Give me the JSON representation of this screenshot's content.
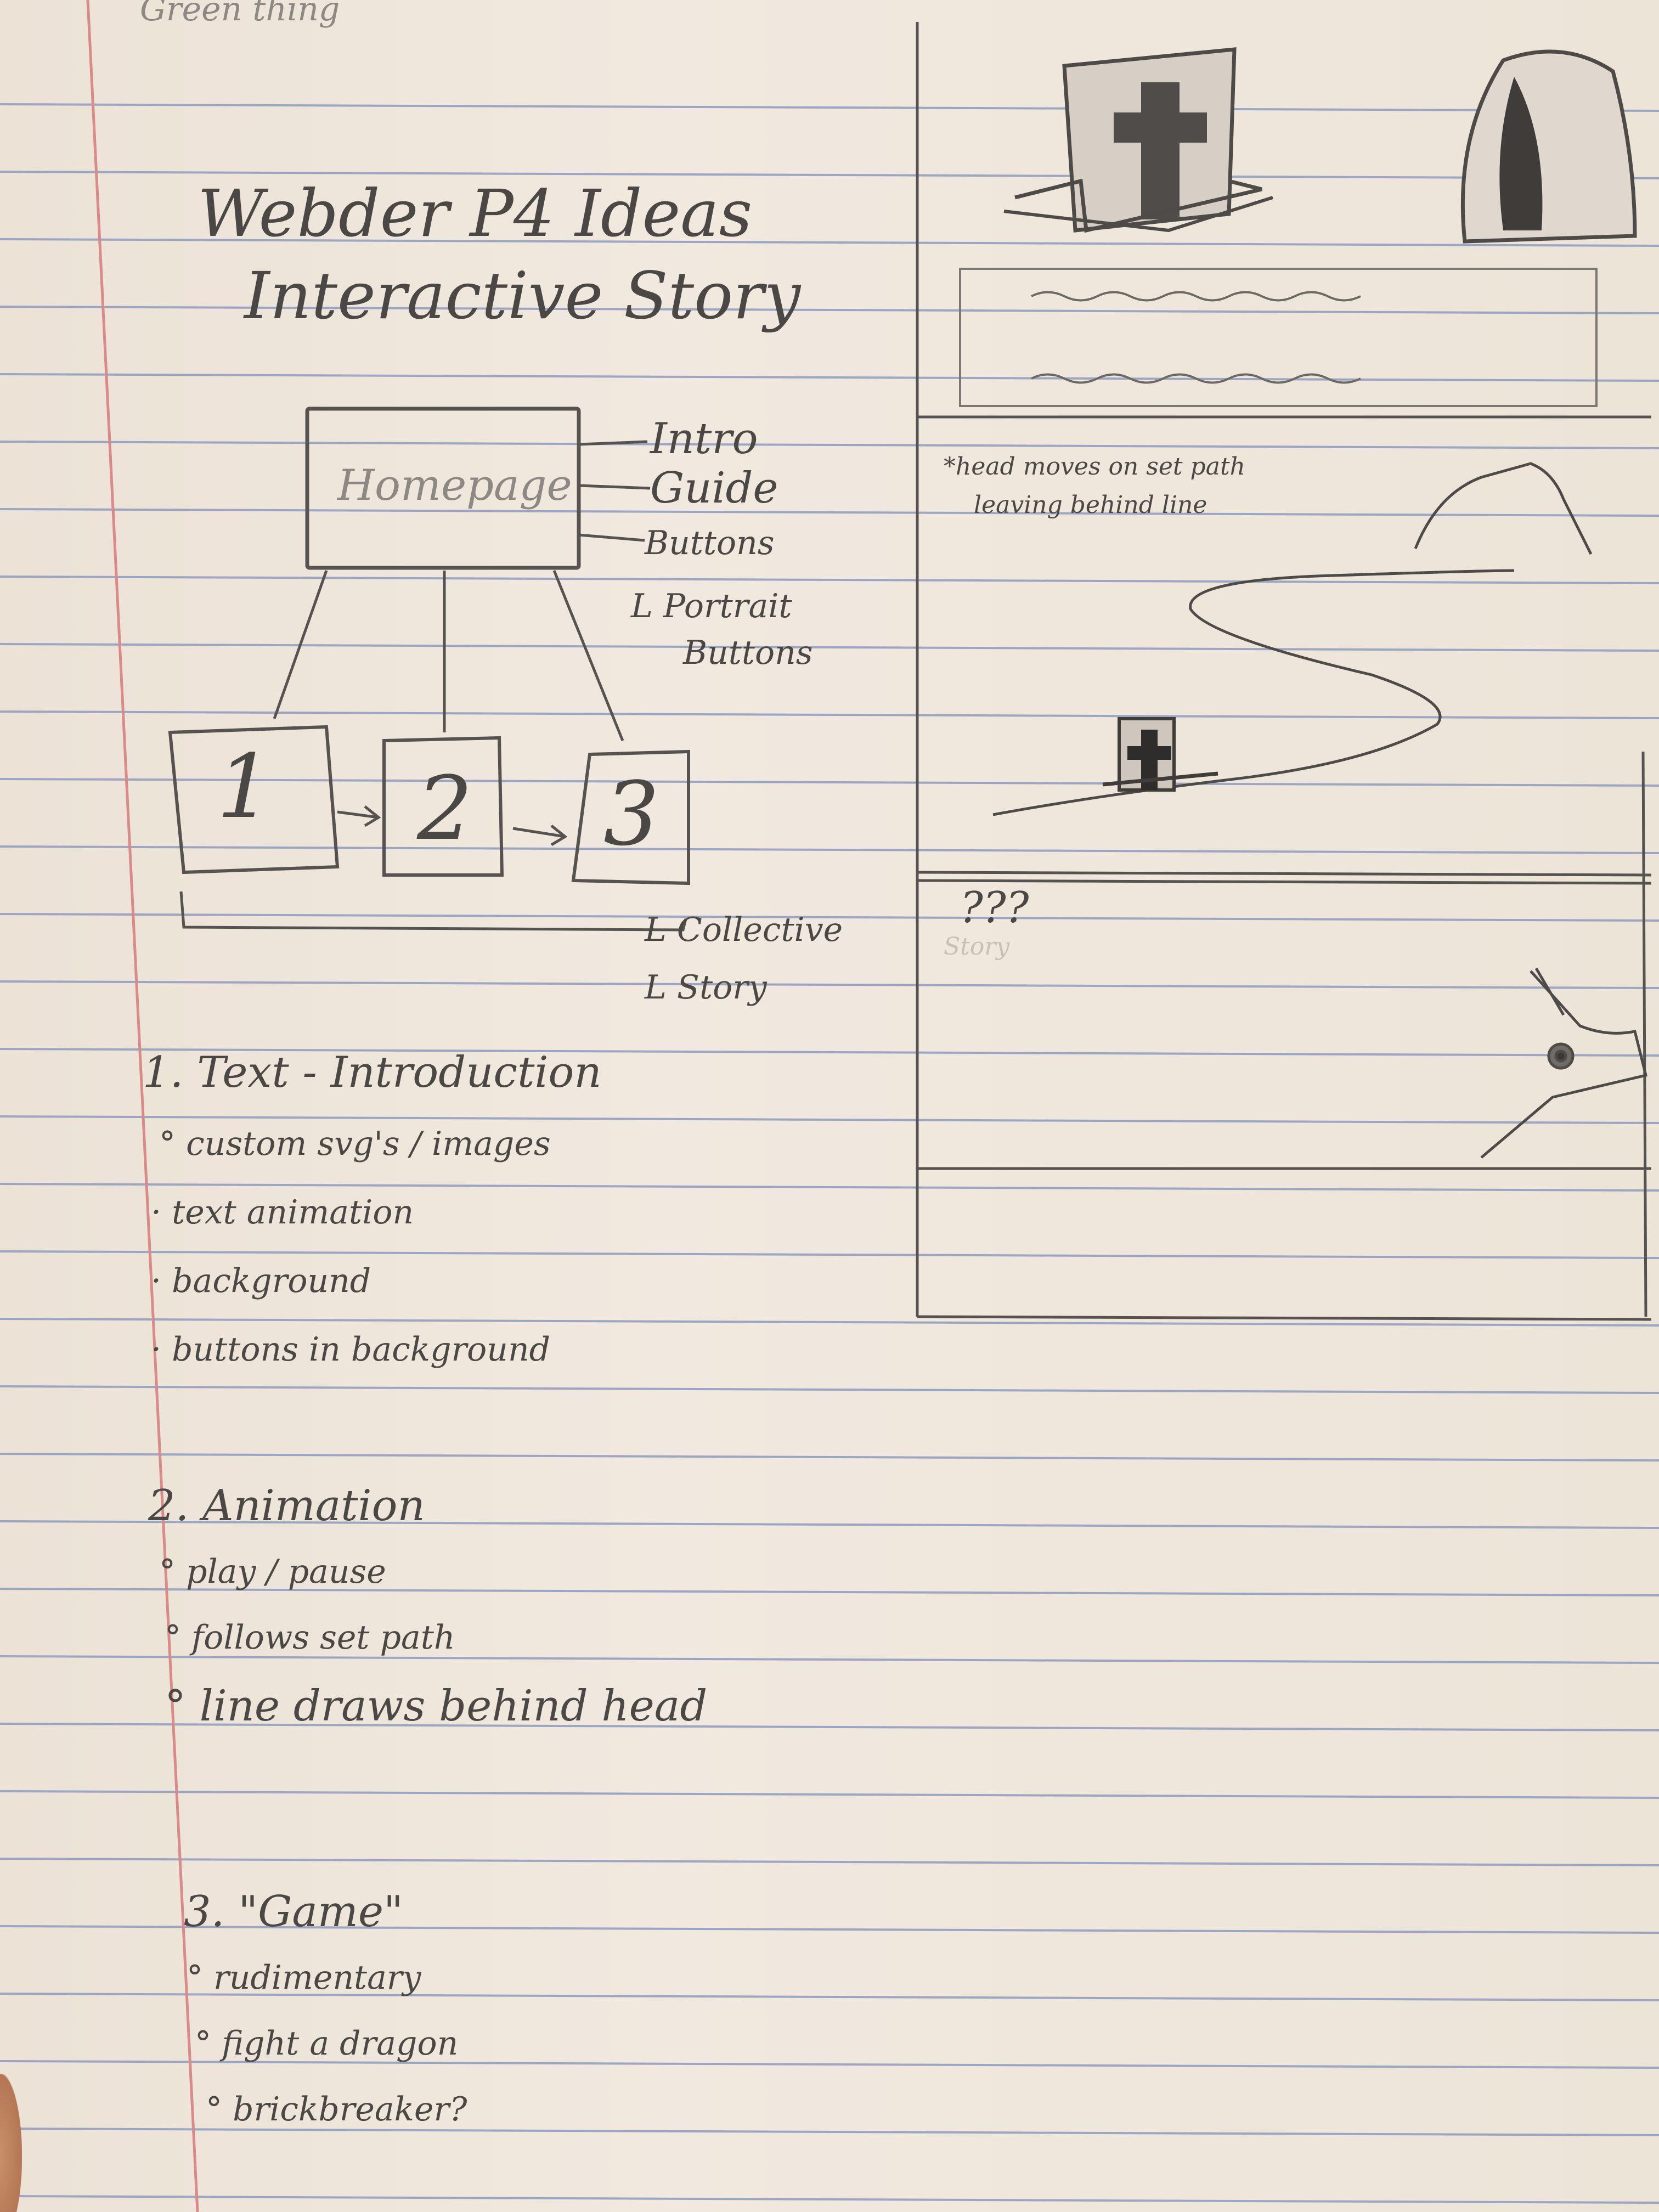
{
  "header": {
    "corner_note": "Green thing"
  },
  "title": {
    "line1": "Webder P4 Ideas",
    "line2": "Interactive Story"
  },
  "flow": {
    "homepage_label": "Homepage",
    "annotations": [
      "Intro",
      "Guide",
      "Buttons"
    ],
    "portrait_note_1": "L Portrait",
    "portrait_note_2": "Buttons",
    "pages": [
      "1",
      "2",
      "3"
    ],
    "collective_1": "L Collective",
    "collective_2": "L Story"
  },
  "sections": [
    {
      "number": "1.",
      "heading": "Text - Introduction",
      "bullets": [
        "° custom svg's / images",
        "· text animation",
        "· background",
        "· buttons in background"
      ]
    },
    {
      "number": "2.",
      "heading": "Animation",
      "bullets": [
        "° play / pause",
        "° follows set path",
        "° line draws behind head"
      ]
    },
    {
      "number": "3.",
      "heading": "\"Game\"",
      "bullets": [
        "° rudimentary",
        "° fight a dragon",
        "° brickbreaker?"
      ]
    }
  ],
  "storyboard": {
    "path_note_1": "*head moves on set path",
    "path_note_2": "leaving behind line",
    "question": "???",
    "faint_word": "Story"
  },
  "colors": {
    "paper": "#efe7dc",
    "rule_line": "#9aa6c4",
    "margin_line": "#d98a8a",
    "pencil": "#4a4744"
  }
}
